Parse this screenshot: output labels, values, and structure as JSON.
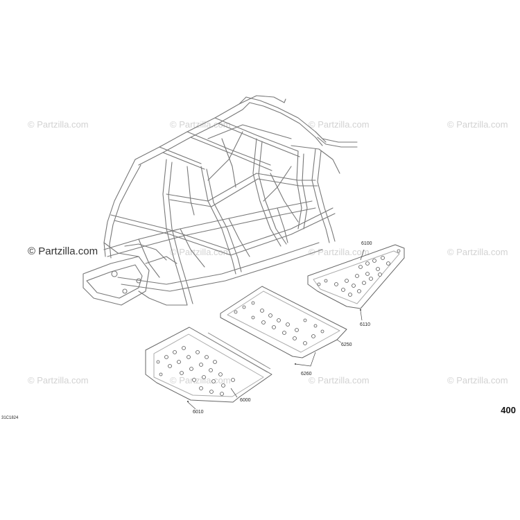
{
  "watermarks": [
    "© Partzilla.com",
    "© Partzilla.com",
    "© Partzilla.com",
    "© Partzilla.com",
    "© Partzilla.com",
    "© Partzilla.com",
    "© Partzilla.com",
    "© Partzilla.com",
    "© Partzilla.com",
    "© Partzilla.com",
    "© Partzilla.com",
    "© Partzilla.com"
  ],
  "main_watermark": "© Partzilla.com",
  "callouts": {
    "p6100": "6100",
    "p6110": "6110",
    "p6250": "6250",
    "p6260": "6260",
    "p6000": "6000",
    "p6010": "6010"
  },
  "page_number": "400",
  "figure_id": "31C1824"
}
